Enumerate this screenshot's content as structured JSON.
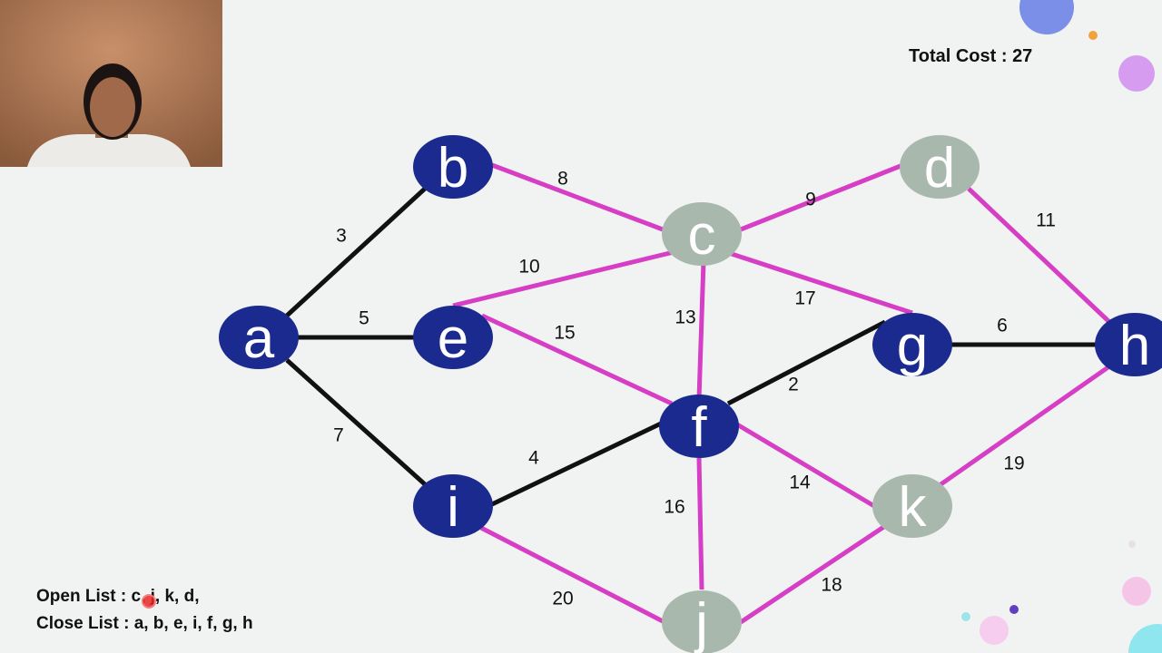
{
  "header": {
    "total_cost_label": "Total Cost : 27"
  },
  "lists": {
    "open_label": "Open List :",
    "open_items": "c, j, k, d,",
    "close_label": "Close List :",
    "close_items": "a, b, e, i, f, g, h"
  },
  "colors": {
    "visited_node": "#1a2a8f",
    "unvisited_node": "#a9b8ac",
    "tree_edge": "#111111",
    "other_edge": "#d63fc5",
    "background": "#f1f3f2"
  },
  "graph": {
    "nodes": [
      {
        "id": "a",
        "label": "a",
        "state": "visited"
      },
      {
        "id": "b",
        "label": "b",
        "state": "visited"
      },
      {
        "id": "c",
        "label": "c",
        "state": "open"
      },
      {
        "id": "d",
        "label": "d",
        "state": "open"
      },
      {
        "id": "e",
        "label": "e",
        "state": "visited"
      },
      {
        "id": "f",
        "label": "f",
        "state": "visited"
      },
      {
        "id": "g",
        "label": "g",
        "state": "visited"
      },
      {
        "id": "h",
        "label": "h",
        "state": "visited"
      },
      {
        "id": "i",
        "label": "i",
        "state": "visited"
      },
      {
        "id": "j",
        "label": "j",
        "state": "open"
      },
      {
        "id": "k",
        "label": "k",
        "state": "open"
      }
    ],
    "edges": [
      {
        "from": "a",
        "to": "b",
        "weight": "3",
        "in_tree": true
      },
      {
        "from": "a",
        "to": "e",
        "weight": "5",
        "in_tree": true
      },
      {
        "from": "a",
        "to": "i",
        "weight": "7",
        "in_tree": true
      },
      {
        "from": "i",
        "to": "f",
        "weight": "4",
        "in_tree": true
      },
      {
        "from": "f",
        "to": "g",
        "weight": "2",
        "in_tree": true
      },
      {
        "from": "g",
        "to": "h",
        "weight": "6",
        "in_tree": true
      },
      {
        "from": "b",
        "to": "c",
        "weight": "8",
        "in_tree": false
      },
      {
        "from": "c",
        "to": "d",
        "weight": "9",
        "in_tree": false
      },
      {
        "from": "d",
        "to": "h",
        "weight": "11",
        "in_tree": false
      },
      {
        "from": "e",
        "to": "c",
        "weight": "10",
        "in_tree": false
      },
      {
        "from": "c",
        "to": "f",
        "weight": "13",
        "in_tree": false
      },
      {
        "from": "c",
        "to": "g",
        "weight": "17",
        "in_tree": false
      },
      {
        "from": "e",
        "to": "f",
        "weight": "15",
        "in_tree": false
      },
      {
        "from": "f",
        "to": "k",
        "weight": "14",
        "in_tree": false
      },
      {
        "from": "f",
        "to": "j",
        "weight": "16",
        "in_tree": false
      },
      {
        "from": "i",
        "to": "j",
        "weight": "20",
        "in_tree": false
      },
      {
        "from": "j",
        "to": "k",
        "weight": "18",
        "in_tree": false
      },
      {
        "from": "k",
        "to": "h",
        "weight": "19",
        "in_tree": false
      }
    ]
  }
}
